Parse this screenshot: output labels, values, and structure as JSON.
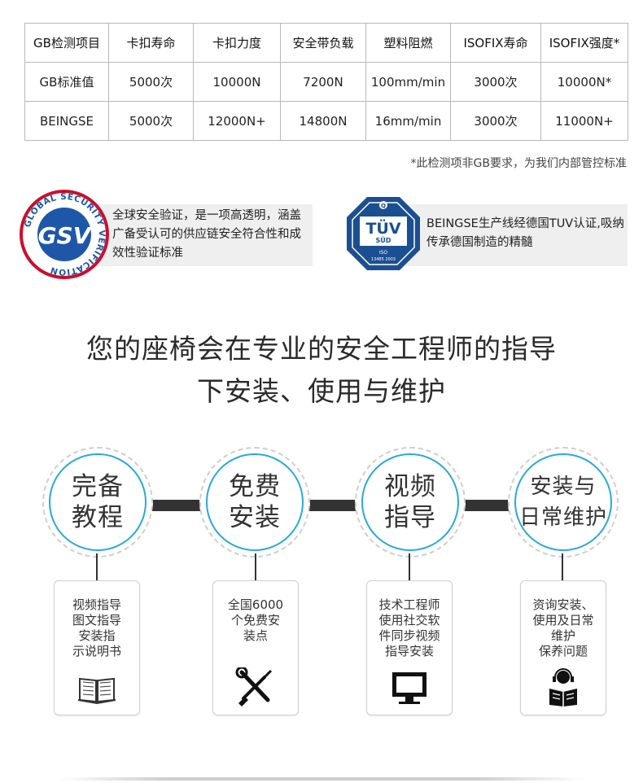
{
  "table": {
    "headers": [
      "GB检测项目",
      "卡扣寿命",
      "卡扣力度",
      "安全带负载",
      "塑料阻燃",
      "ISOFIX寿命",
      "ISOFIX强度*"
    ],
    "rows": [
      [
        "GB标准值",
        "5000次",
        "10000N",
        "7200N",
        "100mm/min",
        "3000次",
        "10000N*"
      ],
      [
        "BEINGSE",
        "5000次",
        "12000N+",
        "14800N",
        "16mm/min",
        "3000次",
        "11000N+"
      ]
    ]
  },
  "note": "*此检测项非GB要求，为我们内部管控标准",
  "certs": {
    "gsv": {
      "ring_text": "GLOBAL SECURITY VERIFICATION",
      "logo": "GSV",
      "description": "全球安全验证，是一项高透明，涵盖广备受认可的供应链安全符合性和成效性验证标准"
    },
    "tuv": {
      "logo_top": "Q",
      "logo_main": "TÜV",
      "logo_sub": "SÜD",
      "logo_iso": "ISO",
      "logo_num": "13485 2003",
      "description": "BEINGSE生产线经德国TUV认证,吸纳传承德国制造的精髓"
    }
  },
  "headline": {
    "line1": "您的座椅会在专业的安全工程师的指导",
    "line2": "下安装、使用与维护"
  },
  "services": [
    {
      "title": [
        "完备",
        "教程"
      ],
      "desc": [
        "视频指导",
        "图文指导",
        "安装指",
        "示说明书"
      ],
      "icon": "open-book-icon"
    },
    {
      "title": [
        "免费",
        "安装"
      ],
      "desc": [
        "全国6000",
        "个免费安",
        "装点"
      ],
      "icon": "wrench-screwdriver-icon"
    },
    {
      "title": [
        "视频",
        "指导"
      ],
      "desc": [
        "技术工程师",
        "使用社交软",
        "件同步视频",
        "指导安装"
      ],
      "icon": "monitor-icon"
    },
    {
      "title": [
        "安装与",
        "日常维护"
      ],
      "desc": [
        "资询安装、",
        "使用及日常",
        "维护",
        "保养问题"
      ],
      "icon": "reader-headset-icon"
    }
  ],
  "colors": {
    "accent": "#29a9da",
    "gsv_red": "#c8102e",
    "gsv_blue": "#1f57a8",
    "tuv_blue": "#1b4f91"
  }
}
